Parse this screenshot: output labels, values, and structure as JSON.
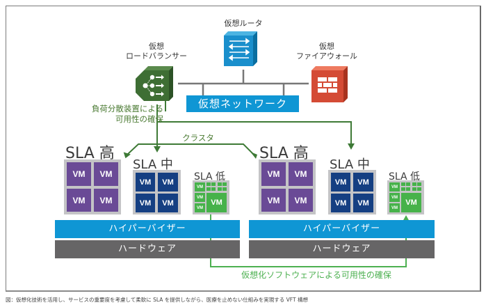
{
  "network": {
    "router_label": "仮想ルータ",
    "lb_label_line1": "仮想",
    "lb_label_line2": "ロードバランサー",
    "fw_label_line1": "仮想",
    "fw_label_line2": "ファイアウォール",
    "virtual_network_label": "仮想ネットワーク"
  },
  "annotations": {
    "lb_availability_line1": "負荷分散装置による",
    "lb_availability_line2": "可用性の確保",
    "cluster_label": "クラスタ",
    "software_availability": "仮想化ソフトウェアによる可用性の確保"
  },
  "hosts": [
    {
      "sla_high": "SLA 高",
      "sla_mid": "SLA 中",
      "sla_low": "SLA 低",
      "vm_label": "VM",
      "hypervisor": "ハイパーバイザー",
      "hardware": "ハードウェア"
    },
    {
      "sla_high": "SLA 高",
      "sla_mid": "SLA 中",
      "sla_low": "SLA 低",
      "vm_label": "VM",
      "hypervisor": "ハイパーバイザー",
      "hardware": "ハードウェア"
    }
  ],
  "colors": {
    "network_blue": "#0f96d4",
    "lb_green": "#3e6e34",
    "firewall_red": "#d44b35",
    "vm_high_purple": "#6a4a96",
    "vm_mid_navy": "#153f82",
    "vm_low_green": "#46b24a",
    "hardware_gray": "#666566",
    "arrow_dark_green": "#3e7a36",
    "arrow_light_green": "#4cb050"
  },
  "caption": "図：仮想化技術を活用し、サービスの重要度を考慮して柔軟に SLA を提供しながら、医療を止めない仕組みを実現する VFT 構想"
}
